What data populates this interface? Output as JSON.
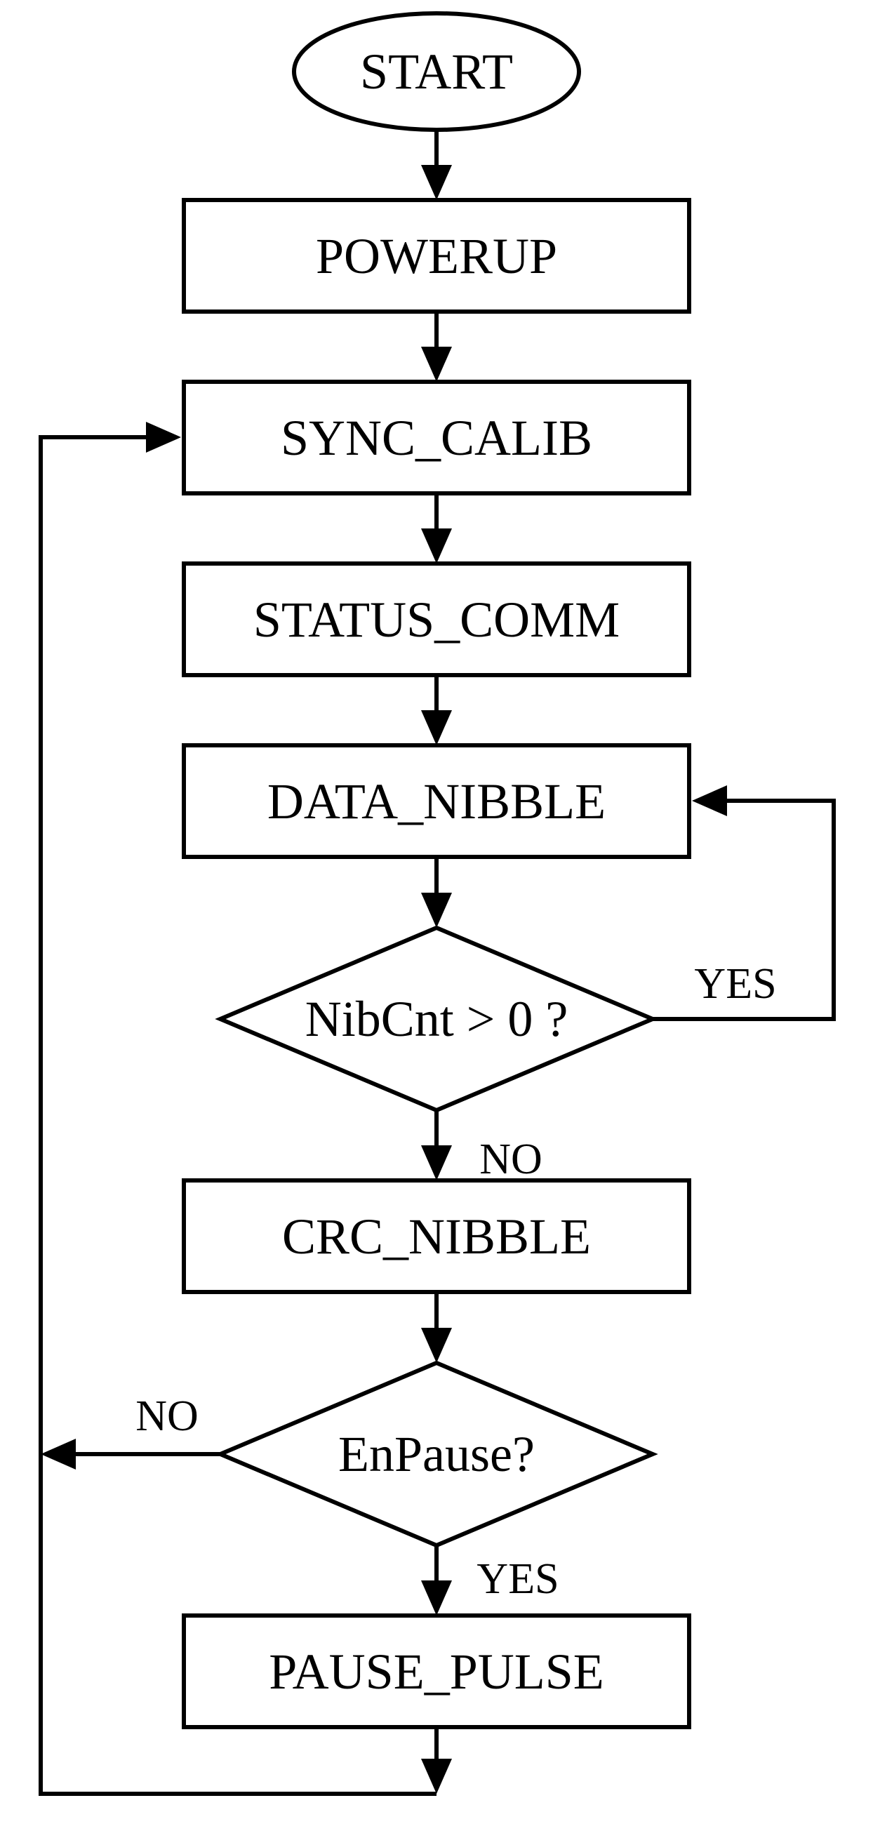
{
  "nodes": {
    "start": "START",
    "powerup": "POWERUP",
    "sync_calib": "SYNC_CALIB",
    "status_comm": "STATUS_COMM",
    "data_nibble": "DATA_NIBBLE",
    "nibcnt_decision": "NibCnt > 0 ?",
    "crc_nibble": "CRC_NIBBLE",
    "enpause_decision": "EnPause?",
    "pause_pulse": "PAUSE_PULSE"
  },
  "edges": {
    "nibcnt_yes": "YES",
    "nibcnt_no": "NO",
    "enpause_no": "NO",
    "enpause_yes": "YES"
  }
}
